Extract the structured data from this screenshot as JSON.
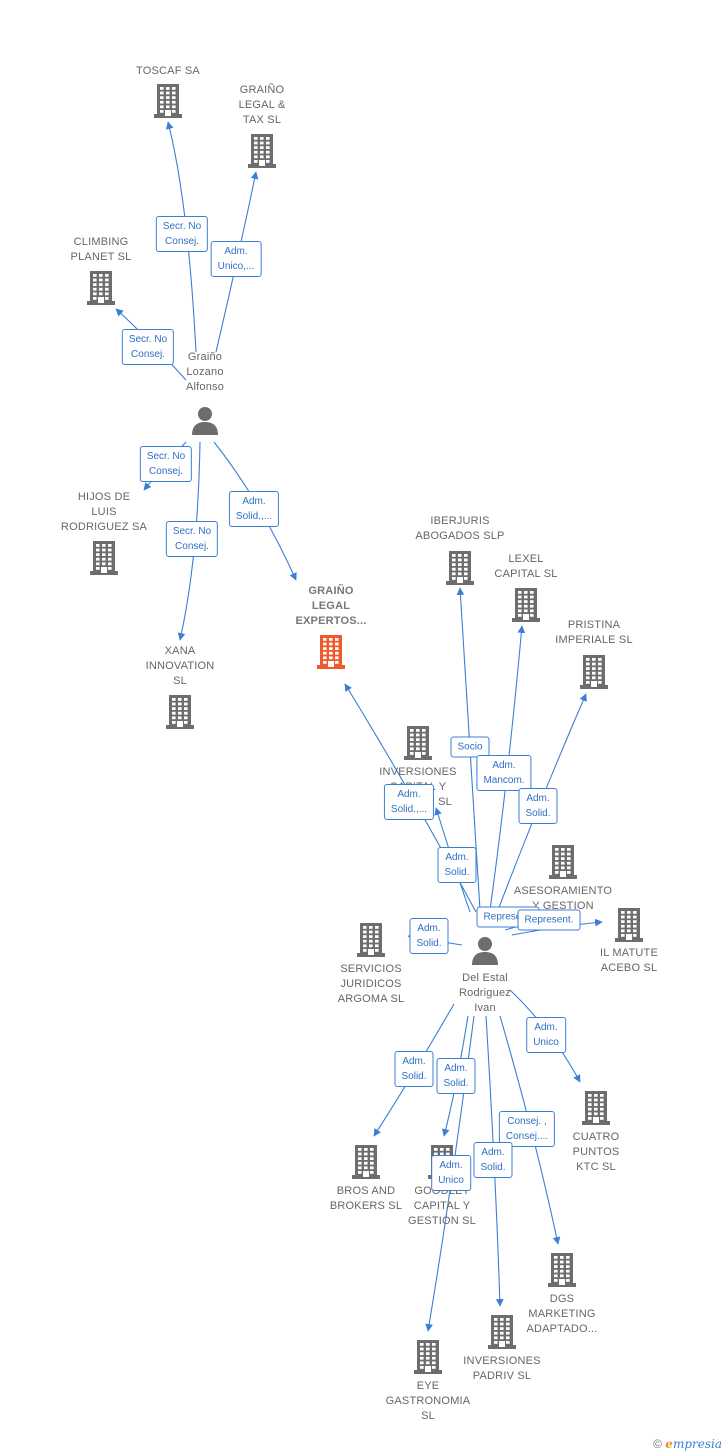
{
  "colors": {
    "edge": "#3b7fd4",
    "building": "#6d6d6d",
    "highlight": "#f05a2a",
    "person": "#6d6d6d"
  },
  "nodes": [
    {
      "id": "toscaf",
      "label": "TOSCAF SA",
      "icon": "building-icon"
    },
    {
      "id": "grainolegal",
      "label": "GRAIÑO\nLEGAL &\nTAX  SL",
      "icon": "building-icon"
    },
    {
      "id": "climbing",
      "label": "CLIMBING\nPLANET SL",
      "icon": "building-icon"
    },
    {
      "id": "graino",
      "label": "Graiño\nLozano\nAlfonso",
      "icon": "person-icon"
    },
    {
      "id": "hijos",
      "label": "HIJOS DE\nLUIS\nRODRIGUEZ SA",
      "icon": "building-icon"
    },
    {
      "id": "xana",
      "label": "XANA\nINNOVATION\nSL",
      "icon": "building-icon"
    },
    {
      "id": "expertos",
      "label": "GRAIÑO\nLEGAL\nEXPERTOS...",
      "icon": "building-icon",
      "main": true
    },
    {
      "id": "iberjuris",
      "label": "IBERJURIS\nABOGADOS  SLP",
      "icon": "building-icon"
    },
    {
      "id": "lexel",
      "label": "LEXEL\nCAPITAL  SL",
      "icon": "building-icon"
    },
    {
      "id": "pristina",
      "label": "PRISTINA\nIMPERIALE  SL",
      "icon": "building-icon"
    },
    {
      "id": "inversionescap",
      "label": "INVERSIONES\nCAPITAL Y\nGESTION  SL",
      "icon": "building-icon"
    },
    {
      "id": "asesoramiento",
      "label": "ASESORAMIENTO\nY GESTION\nGS  SL",
      "icon": "building-icon"
    },
    {
      "id": "ilmatute",
      "label": "IL MATUTE\nACEBO SL",
      "icon": "building-icon"
    },
    {
      "id": "servicios",
      "label": "SERVICIOS\nJURIDICOS\nARGOMA  SL",
      "icon": "building-icon"
    },
    {
      "id": "delestal",
      "label": "Del Estal\nRodriguez\nIvan",
      "icon": "person-icon"
    },
    {
      "id": "cuatro",
      "label": "CUATRO\nPUNTOS\nKTC  SL",
      "icon": "building-icon"
    },
    {
      "id": "bros",
      "label": "BROS AND\nBROKERS  SL",
      "icon": "building-icon"
    },
    {
      "id": "goodlet",
      "label": "GOODLET\nCAPITAL Y\nGESTION  SL",
      "icon": "building-icon"
    },
    {
      "id": "dgs",
      "label": "DGS\nMARKETING\nADAPTADO...",
      "icon": "building-icon"
    },
    {
      "id": "padriv",
      "label": "INVERSIONES\nPADRIV  SL",
      "icon": "building-icon"
    },
    {
      "id": "eye",
      "label": "EYE\nGASTRONOMIA\nSL",
      "icon": "building-icon"
    }
  ],
  "edges": [
    {
      "from": "graino",
      "to": "toscaf",
      "label": "Secr.  No\nConsej."
    },
    {
      "from": "graino",
      "to": "grainolegal",
      "label": "Adm.\nUnico,..."
    },
    {
      "from": "graino",
      "to": "climbing",
      "label": "Secr.  No\nConsej."
    },
    {
      "from": "graino",
      "to": "hijos",
      "label": "Secr.  No\nConsej."
    },
    {
      "from": "graino",
      "to": "xana",
      "label": "Secr.  No\nConsej."
    },
    {
      "from": "graino",
      "to": "expertos",
      "label": "Adm.\nSolid.,..."
    },
    {
      "from": "delestal",
      "to": "iberjuris",
      "label": "Socio"
    },
    {
      "from": "delestal",
      "to": "lexel",
      "label": "Adm.\nMancom."
    },
    {
      "from": "delestal",
      "to": "pristina",
      "label": "Adm.\nSolid."
    },
    {
      "from": "delestal",
      "to": "expertos",
      "label": "Adm.\nSolid.,..."
    },
    {
      "from": "delestal",
      "to": "inversionescap",
      "label": "Adm.\nSolid."
    },
    {
      "from": "delestal",
      "to": "asesoramiento",
      "label": "Represent."
    },
    {
      "from": "delestal",
      "to": "ilmatute",
      "label": "Represent."
    },
    {
      "from": "delestal",
      "to": "servicios",
      "label": "Adm.\nSolid."
    },
    {
      "from": "delestal",
      "to": "cuatro",
      "label": "Adm.\nUnico"
    },
    {
      "from": "delestal",
      "to": "bros",
      "label": "Adm.\nSolid."
    },
    {
      "from": "delestal",
      "to": "goodlet",
      "label": "Adm.\nSolid."
    },
    {
      "from": "delestal",
      "to": "dgs",
      "label": "Consej. ,\nConsej...."
    },
    {
      "from": "delestal",
      "to": "padriv",
      "label": "Adm.\nSolid."
    },
    {
      "from": "delestal",
      "to": "eye",
      "label": "Adm.\nUnico"
    }
  ],
  "brand": {
    "copyright": "©",
    "e": "e",
    "rest": "mpresia"
  }
}
